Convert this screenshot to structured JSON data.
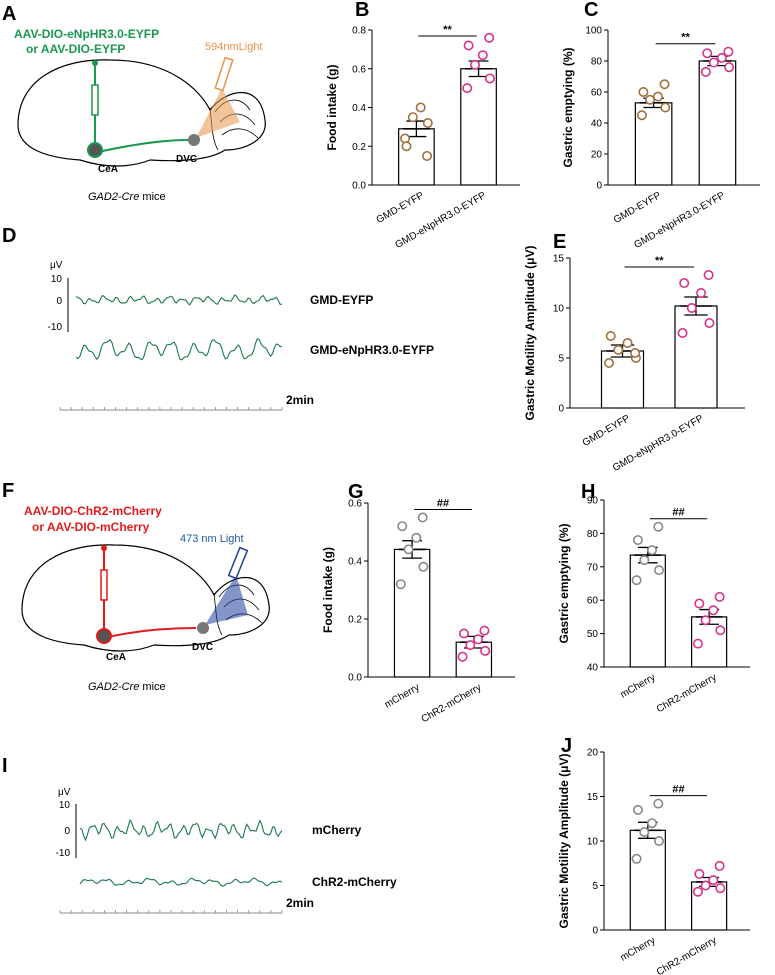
{
  "colors": {
    "egreen": "#1a9850",
    "ered": "#e31a1c",
    "brown": "#a0703d",
    "pink": "#d6338c",
    "grey": "#888888",
    "trace": "#1b7a4a",
    "orange": "#e8934a",
    "blue": "#1f3f9a"
  },
  "schematics": [
    {
      "letter": "A",
      "virus1": "AAV-DIO-eNpHR3.0-EYFP",
      "virus2": "or AAV-DIO-EYFP",
      "light": "594nmLight",
      "region1": "CeA",
      "region2": "DVC",
      "mice_italic": "GAD2-Cre",
      "mice_rest": " mice",
      "vcolor": "#1a9850",
      "lcolor": "#e8934a"
    },
    {
      "letter": "F",
      "virus1": "AAV-DIO-ChR2-mCherry",
      "virus2": "or AAV-DIO-mCherry",
      "light": "473 nm Light",
      "region1": "CeA",
      "region2": "DVC",
      "mice_italic": "GAD2-Cre",
      "mice_rest": " mice",
      "vcolor": "#e31a1c",
      "lcolor": "#1f3f9a"
    }
  ],
  "traces": [
    {
      "letter": "D",
      "unit": "μV",
      "yticks": [
        "10",
        "0",
        "-10"
      ],
      "label1": "GMD-EYFP",
      "label2": "GMD-eNpHR3.0-EYFP",
      "timebar": "2min"
    },
    {
      "letter": "I",
      "unit": "μV",
      "yticks": [
        "10",
        "0",
        "-10"
      ],
      "label1": "mCherry",
      "label2": "ChR2-mCherry",
      "timebar": "2min"
    }
  ],
  "chart_data": [
    {
      "letter": "B",
      "type": "bar",
      "ylabel": "Food intake  (g)",
      "ylim": [
        0,
        0.8
      ],
      "yticks": [
        "0.0",
        "0.2",
        "0.4",
        "0.6",
        "0.8"
      ],
      "categories": [
        "GMD-EYFP",
        "GMD-eNpHR3.0-EYFP"
      ],
      "means": [
        0.29,
        0.6
      ],
      "sem": [
        0.04,
        0.04
      ],
      "points": [
        [
          0.24,
          0.32,
          0.35,
          0.4,
          0.2,
          0.15
        ],
        [
          0.5,
          0.55,
          0.62,
          0.67,
          0.72,
          0.76
        ]
      ],
      "sig": "**",
      "dot_colors": [
        "#a0703d",
        "#d6338c"
      ]
    },
    {
      "letter": "C",
      "type": "bar",
      "ylabel": "Gastric emptying (%)",
      "ylim": [
        0,
        100
      ],
      "yticks": [
        "0",
        "20",
        "40",
        "60",
        "80",
        "100"
      ],
      "categories": [
        "GMD-EYFP",
        "GMD-eNpHR3.0-EYFP"
      ],
      "means": [
        53,
        80
      ],
      "sem": [
        3,
        3
      ],
      "points": [
        [
          45,
          50,
          55,
          57,
          60,
          65
        ],
        [
          73,
          76,
          79,
          82,
          85,
          86
        ]
      ],
      "sig": "**",
      "dot_colors": [
        "#a0703d",
        "#d6338c"
      ]
    },
    {
      "letter": "E",
      "type": "bar",
      "ylabel": "Gastric Motility Amplitude (μV)",
      "ylim": [
        0,
        15
      ],
      "yticks": [
        "0",
        "5",
        "10",
        "15"
      ],
      "categories": [
        "GMD-EYFP",
        "GMD-eNpHR3.0-EYFP"
      ],
      "means": [
        5.7,
        10.2
      ],
      "sem": [
        0.6,
        0.9
      ],
      "points": [
        [
          4.5,
          5,
          5.8,
          6.5,
          7.2,
          5.5
        ],
        [
          7.5,
          8.5,
          10,
          11.5,
          12.5,
          13.3
        ]
      ],
      "sig": "**",
      "dot_colors": [
        "#a0703d",
        "#d6338c"
      ]
    },
    {
      "letter": "G",
      "type": "bar",
      "ylabel": "Food intake  (g)",
      "ylim": [
        0,
        0.6
      ],
      "yticks": [
        "0.0",
        "0.2",
        "0.4",
        "0.6"
      ],
      "categories": [
        "mCherry",
        "ChR2-mCherry"
      ],
      "means": [
        0.44,
        0.12
      ],
      "sem": [
        0.03,
        0.02
      ],
      "points": [
        [
          0.32,
          0.38,
          0.44,
          0.48,
          0.52,
          0.55
        ],
        [
          0.07,
          0.09,
          0.11,
          0.13,
          0.15,
          0.16
        ]
      ],
      "sig": "##",
      "dot_colors": [
        "#888888",
        "#d6338c"
      ]
    },
    {
      "letter": "H",
      "type": "bar",
      "ylabel": "Gastric emptying (%)",
      "ylim": [
        40,
        90
      ],
      "yticks": [
        "40",
        "50",
        "60",
        "70",
        "80",
        "90"
      ],
      "categories": [
        "mCherry",
        "ChR2-mCherry"
      ],
      "means": [
        73.5,
        55
      ],
      "sem": [
        2.3,
        2.2
      ],
      "points": [
        [
          66,
          69,
          72,
          75,
          78,
          82
        ],
        [
          47,
          51,
          54,
          57,
          59,
          61
        ]
      ],
      "sig": "##",
      "dot_colors": [
        "#888888",
        "#d6338c"
      ]
    },
    {
      "letter": "J",
      "type": "bar",
      "ylabel": "Gastric Motility Amplitude (μV)",
      "ylim": [
        0,
        20
      ],
      "yticks": [
        "0",
        "5",
        "10",
        "15",
        "20"
      ],
      "categories": [
        "mCherry",
        "ChR2-mCherry"
      ],
      "means": [
        11.2,
        5.4
      ],
      "sem": [
        0.9,
        0.5
      ],
      "points": [
        [
          8,
          10,
          11,
          12,
          13.5,
          14.2
        ],
        [
          4.3,
          4.7,
          5,
          5.6,
          6.3,
          7.2
        ]
      ],
      "sig": "##",
      "dot_colors": [
        "#888888",
        "#d6338c"
      ]
    }
  ]
}
